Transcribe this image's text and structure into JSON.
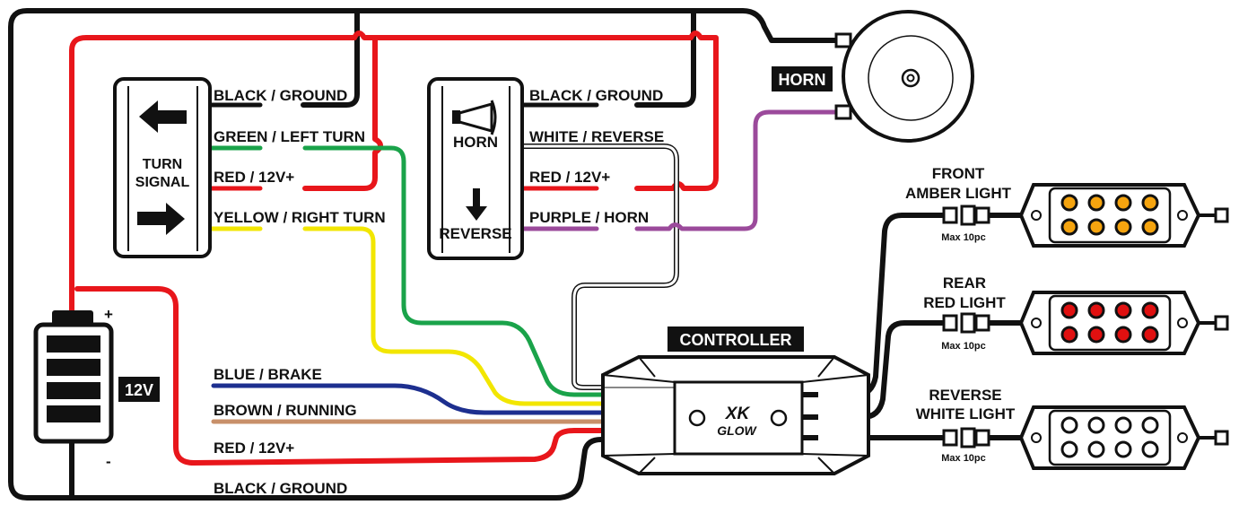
{
  "colors": {
    "black": "#111111",
    "red": "#e8161b",
    "green": "#1aa34a",
    "yellow": "#f2e600",
    "purple": "#9b4a9b",
    "blue": "#1d2f8f",
    "brown": "#c8906a",
    "amber": "#f5a40f",
    "red_led": "#e01010"
  },
  "turn_signal": {
    "line1": "TURN",
    "line2": "SIGNAL"
  },
  "turn_wires": {
    "black": "BLACK / GROUND",
    "green": "GREEN / LEFT TURN",
    "red": "RED / 12V+",
    "yellow": "YELLOW / RIGHT TURN"
  },
  "horn_switch": {
    "top": "HORN",
    "bottom": "REVERSE"
  },
  "horn_wires": {
    "black": "BLACK / GROUND",
    "white": "WHITE / REVERSE",
    "red": "RED / 12V+",
    "purple": "PURPLE / HORN"
  },
  "horn_tag": "HORN",
  "battery": {
    "label": "12V",
    "plus": "+",
    "minus": "-"
  },
  "controller": {
    "tag": "CONTROLLER",
    "logo_top": "XK",
    "logo_bottom": "GLOW"
  },
  "controller_wires": {
    "blue": "BLUE / BRAKE",
    "brown": "BROWN / RUNNING",
    "red": "RED / 12V+",
    "black": "BLACK / GROUND"
  },
  "lights": [
    {
      "line1": "FRONT",
      "line2": "AMBER LIGHT",
      "max": "Max 10pc"
    },
    {
      "line1": "REAR",
      "line2": "RED LIGHT",
      "max": "Max 10pc"
    },
    {
      "line1": "REVERSE",
      "line2": "WHITE LIGHT",
      "max": "Max 10pc"
    }
  ]
}
